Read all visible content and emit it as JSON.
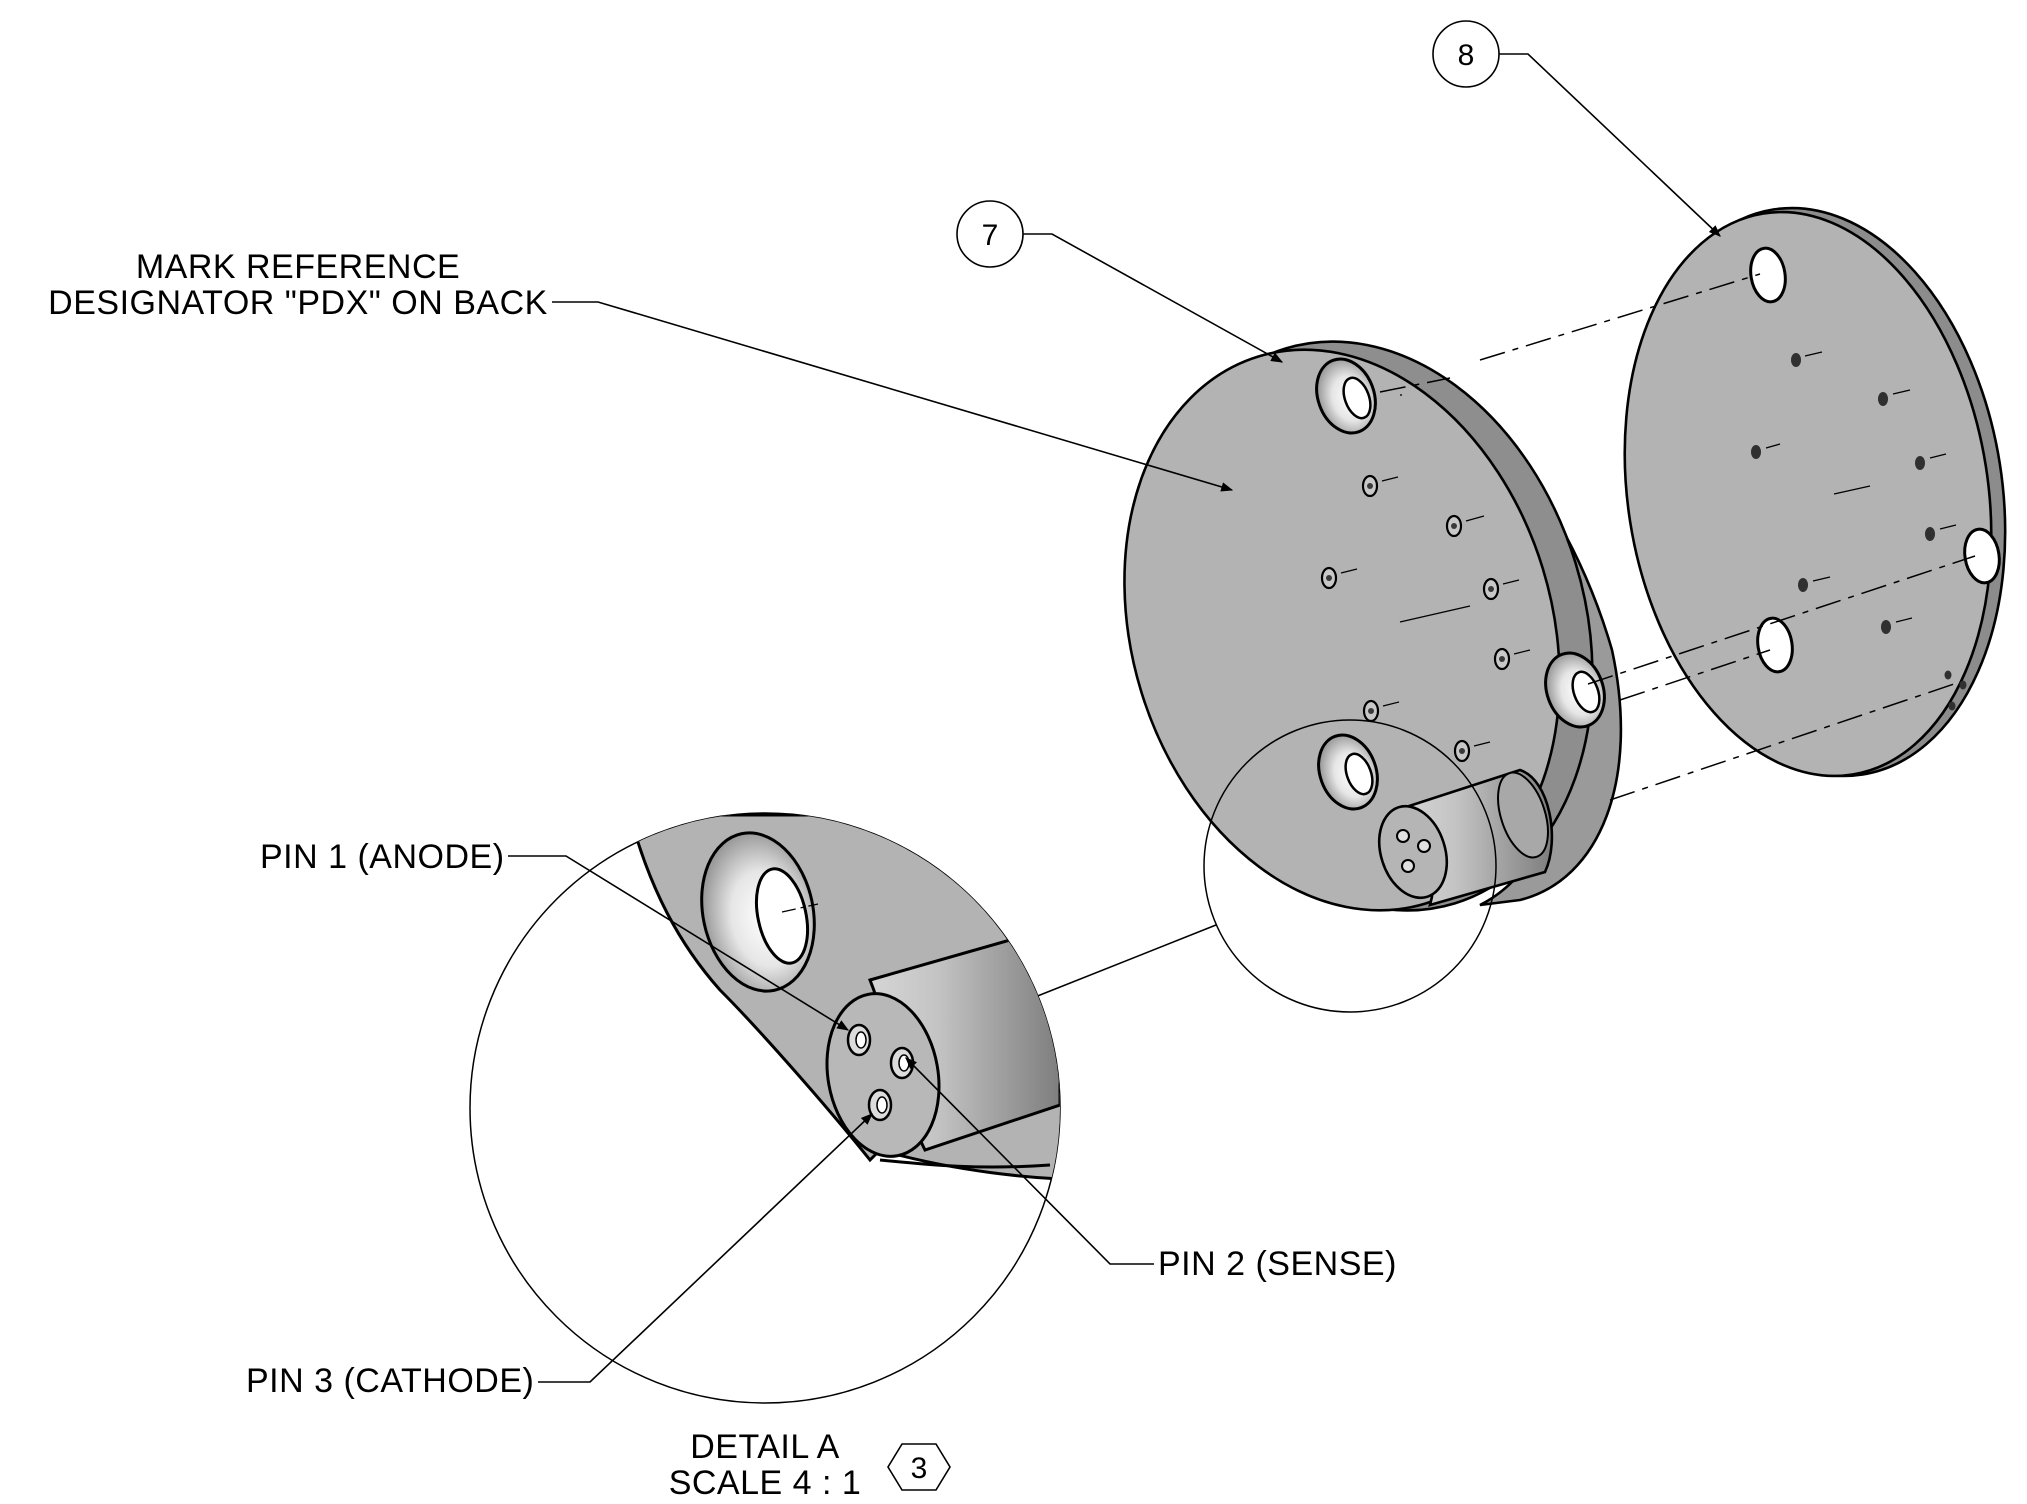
{
  "balloons": {
    "item_7": "7",
    "item_8": "8"
  },
  "notes": {
    "mark_line1": "MARK REFERENCE",
    "mark_line2": "DESIGNATOR \"PDX\" ON BACK",
    "pin1": "PIN 1 (ANODE)",
    "pin2": "PIN 2 (SENSE)",
    "pin3": "PIN 3 (CATHODE)"
  },
  "detail": {
    "title": "DETAIL A",
    "scale": "SCALE 4 : 1",
    "revision_flag": "3"
  },
  "colors": {
    "part_face": "#b3b3b3",
    "part_side": "#9a9a9a",
    "line": "#000000",
    "background": "#ffffff"
  }
}
